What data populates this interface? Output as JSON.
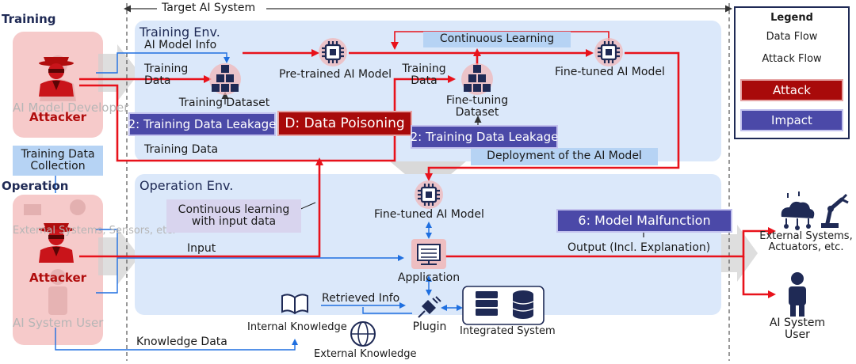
{
  "labels": {
    "training": "Training",
    "operation": "Operation",
    "target_system": "Target AI System",
    "training_env": "Training Env.",
    "operation_env": "Operation Env.",
    "ai_model_info": "AI Model Info",
    "training_data_1": "Training\nData",
    "training_dataset": "Training Dataset",
    "pretrained_model": "Pre-trained AI Model",
    "continuous_learning": "Continuous Learning",
    "training_data_2": "Training\nData",
    "finetuning_dataset": "Fine-tuning\nDataset",
    "finetuned_model_top": "Fine-tuned AI Model",
    "training_data_bottom": "Training Data",
    "deployment": "Deployment of the AI Model",
    "training_data_collection": "Training Data\nCollection",
    "cont_learning_input": "Continuous learning\nwith input data",
    "finetuned_model_op": "Fine-tuned AI Model",
    "input": "Input",
    "application": "Application",
    "output": "Output (Incl. Explanation)",
    "retrieved_info": "Retrieved Info",
    "internal_knowledge": "Internal Knowledge",
    "external_knowledge": "External Knowledge",
    "plugin": "Plugin",
    "integrated_system": "Integrated System",
    "knowledge_data": "Knowledge Data",
    "ext_systems_right": "External Systems,\nActuators, etc.",
    "ai_user_right": "AI System\nUser",
    "attacker_top": "Attacker",
    "attacker_bottom": "Attacker",
    "ghost_developer": "AI Model\nDeveloper",
    "ghost_ext_systems": "External Systems,\nSensors, etc.",
    "ghost_user": "AI System\nUser"
  },
  "boxes": {
    "leakage_1": "2: Training Data Leakage",
    "data_poisoning": "D: Data Poisoning",
    "leakage_2": "2: Training Data Leakage",
    "malfunction": "6: Model Malfunction"
  },
  "legend": {
    "title": "Legend",
    "data_flow": "Data Flow",
    "attack_flow": "Attack Flow",
    "attack": "Attack",
    "impact": "Impact"
  },
  "colors": {
    "attack_red": "#e8121b",
    "data_blue": "#1f6fe0",
    "attack_box": "#a80a0a",
    "impact_box": "#4b49a8",
    "env_bg": "#dbe8fa",
    "ghost_bg": "#f6caca",
    "navy": "#1f2a55"
  }
}
